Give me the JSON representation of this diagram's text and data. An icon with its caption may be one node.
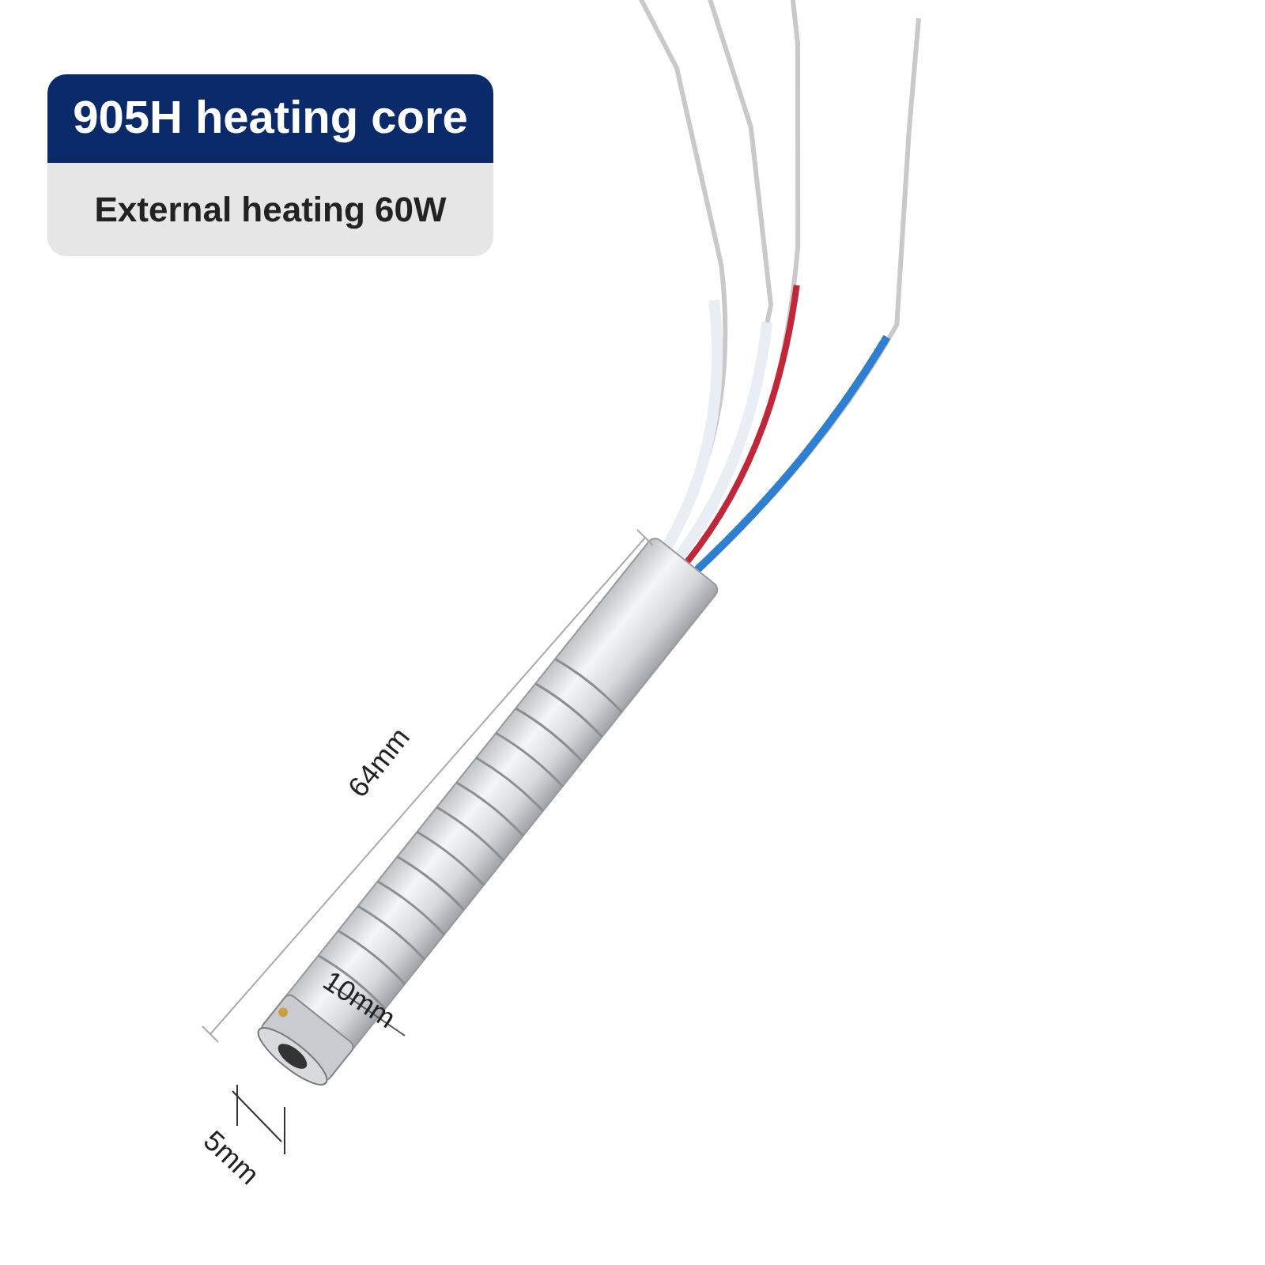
{
  "diagram": {
    "title": "905H heating core",
    "labels": [
      "External heating 60W",
      "64mm",
      "10mm",
      "5mm"
    ]
  }
}
